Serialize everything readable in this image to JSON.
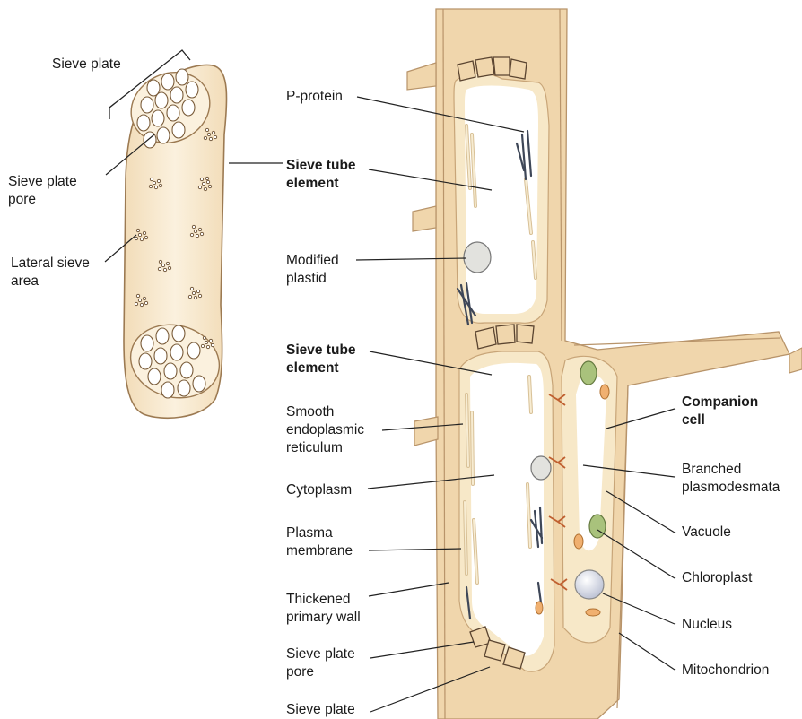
{
  "colors": {
    "cell_wall": "#f0d6ac",
    "wall_outline": "#b8946a",
    "cytoplasm": "#f7e8c8",
    "lumen": "#ffffff",
    "er_strand": "#efe0bc",
    "p_protein": "#3e4758",
    "plastid": "#e2e2de",
    "chloroplast": "#a9c27c",
    "mitochondrion": "#f0b070",
    "nucleus": "#d7dbe8",
    "leader_line": "#222222"
  },
  "left_figure": {
    "sieve_plate": "Sieve plate",
    "sieve_plate_pore": [
      "Sieve plate",
      "pore"
    ],
    "lateral_sieve_area": [
      "Lateral sieve",
      "area"
    ]
  },
  "right_figure": {
    "p_protein": "P-protein",
    "sieve_tube_element_top": [
      "Sieve tube",
      "element"
    ],
    "modified_plastid": [
      "Modified",
      "plastid"
    ],
    "sieve_tube_element_bottom": [
      "Sieve tube",
      "element"
    ],
    "smooth_er": [
      "Smooth",
      "endoplasmic",
      "reticulum"
    ],
    "cytoplasm": "Cytoplasm",
    "plasma_membrane": [
      "Plasma",
      "membrane"
    ],
    "thickened_primary_wall": [
      "Thickened",
      "primary wall"
    ],
    "sieve_plate_pore": [
      "Sieve plate",
      "pore"
    ],
    "sieve_plate": "Sieve plate",
    "companion_cell": [
      "Companion",
      "cell"
    ],
    "branched_plasmodesmata": [
      "Branched",
      "plasmodesmata"
    ],
    "vacuole": "Vacuole",
    "chloroplast": "Chloroplast",
    "nucleus": "Nucleus",
    "mitochondrion": "Mitochondrion"
  }
}
